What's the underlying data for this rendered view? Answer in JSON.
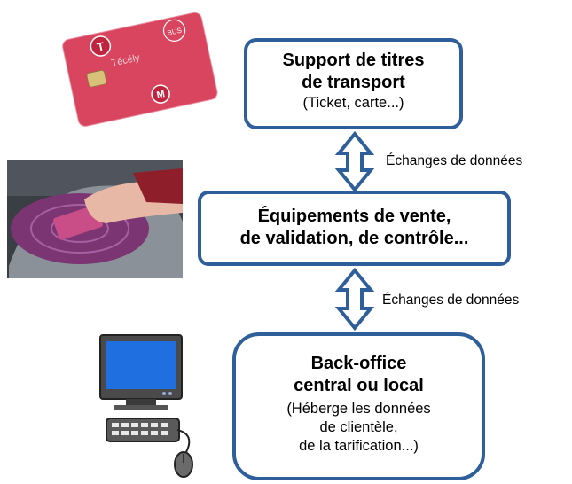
{
  "boxes": {
    "support": {
      "title_line1": "Support de titres",
      "title_line2": "de transport",
      "subtitle": "(Ticket, carte...)"
    },
    "equipment": {
      "title_line1": "Équipements de vente,",
      "title_line2": "de validation, de contrôle..."
    },
    "backoffice": {
      "title_line1": "Back-office",
      "title_line2": "central ou local",
      "sub_line1": "(Héberge les données",
      "sub_line2": "de clientèle,",
      "sub_line3": "de la tarification...)"
    }
  },
  "edges": [
    {
      "label": "Échanges de données"
    },
    {
      "label": "Échanges de données"
    }
  ],
  "card_brand": "Técély",
  "colors": {
    "box_border": "#2f5f9b",
    "arrow": "#2f5f9b",
    "card": "#cc2f4a",
    "reader": "#7a2f6e"
  }
}
